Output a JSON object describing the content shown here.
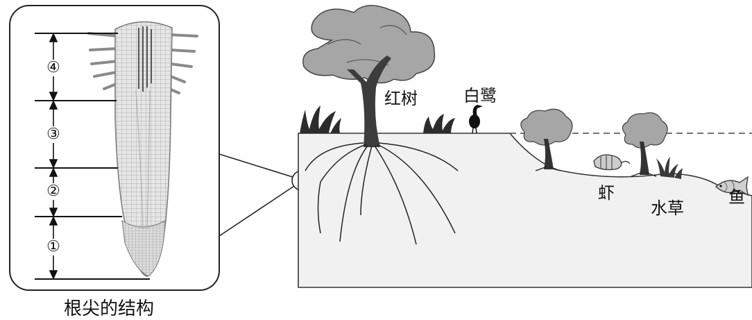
{
  "root_tip": {
    "caption": "根尖的结构",
    "zones": [
      {
        "num": "④"
      },
      {
        "num": "③"
      },
      {
        "num": "②"
      },
      {
        "num": "①"
      }
    ]
  },
  "ecosystem": {
    "labels": {
      "mangrove": "红树",
      "egret": "白鹭",
      "shrimp": "虾",
      "waterweed": "水草",
      "fish": "鱼"
    }
  }
}
